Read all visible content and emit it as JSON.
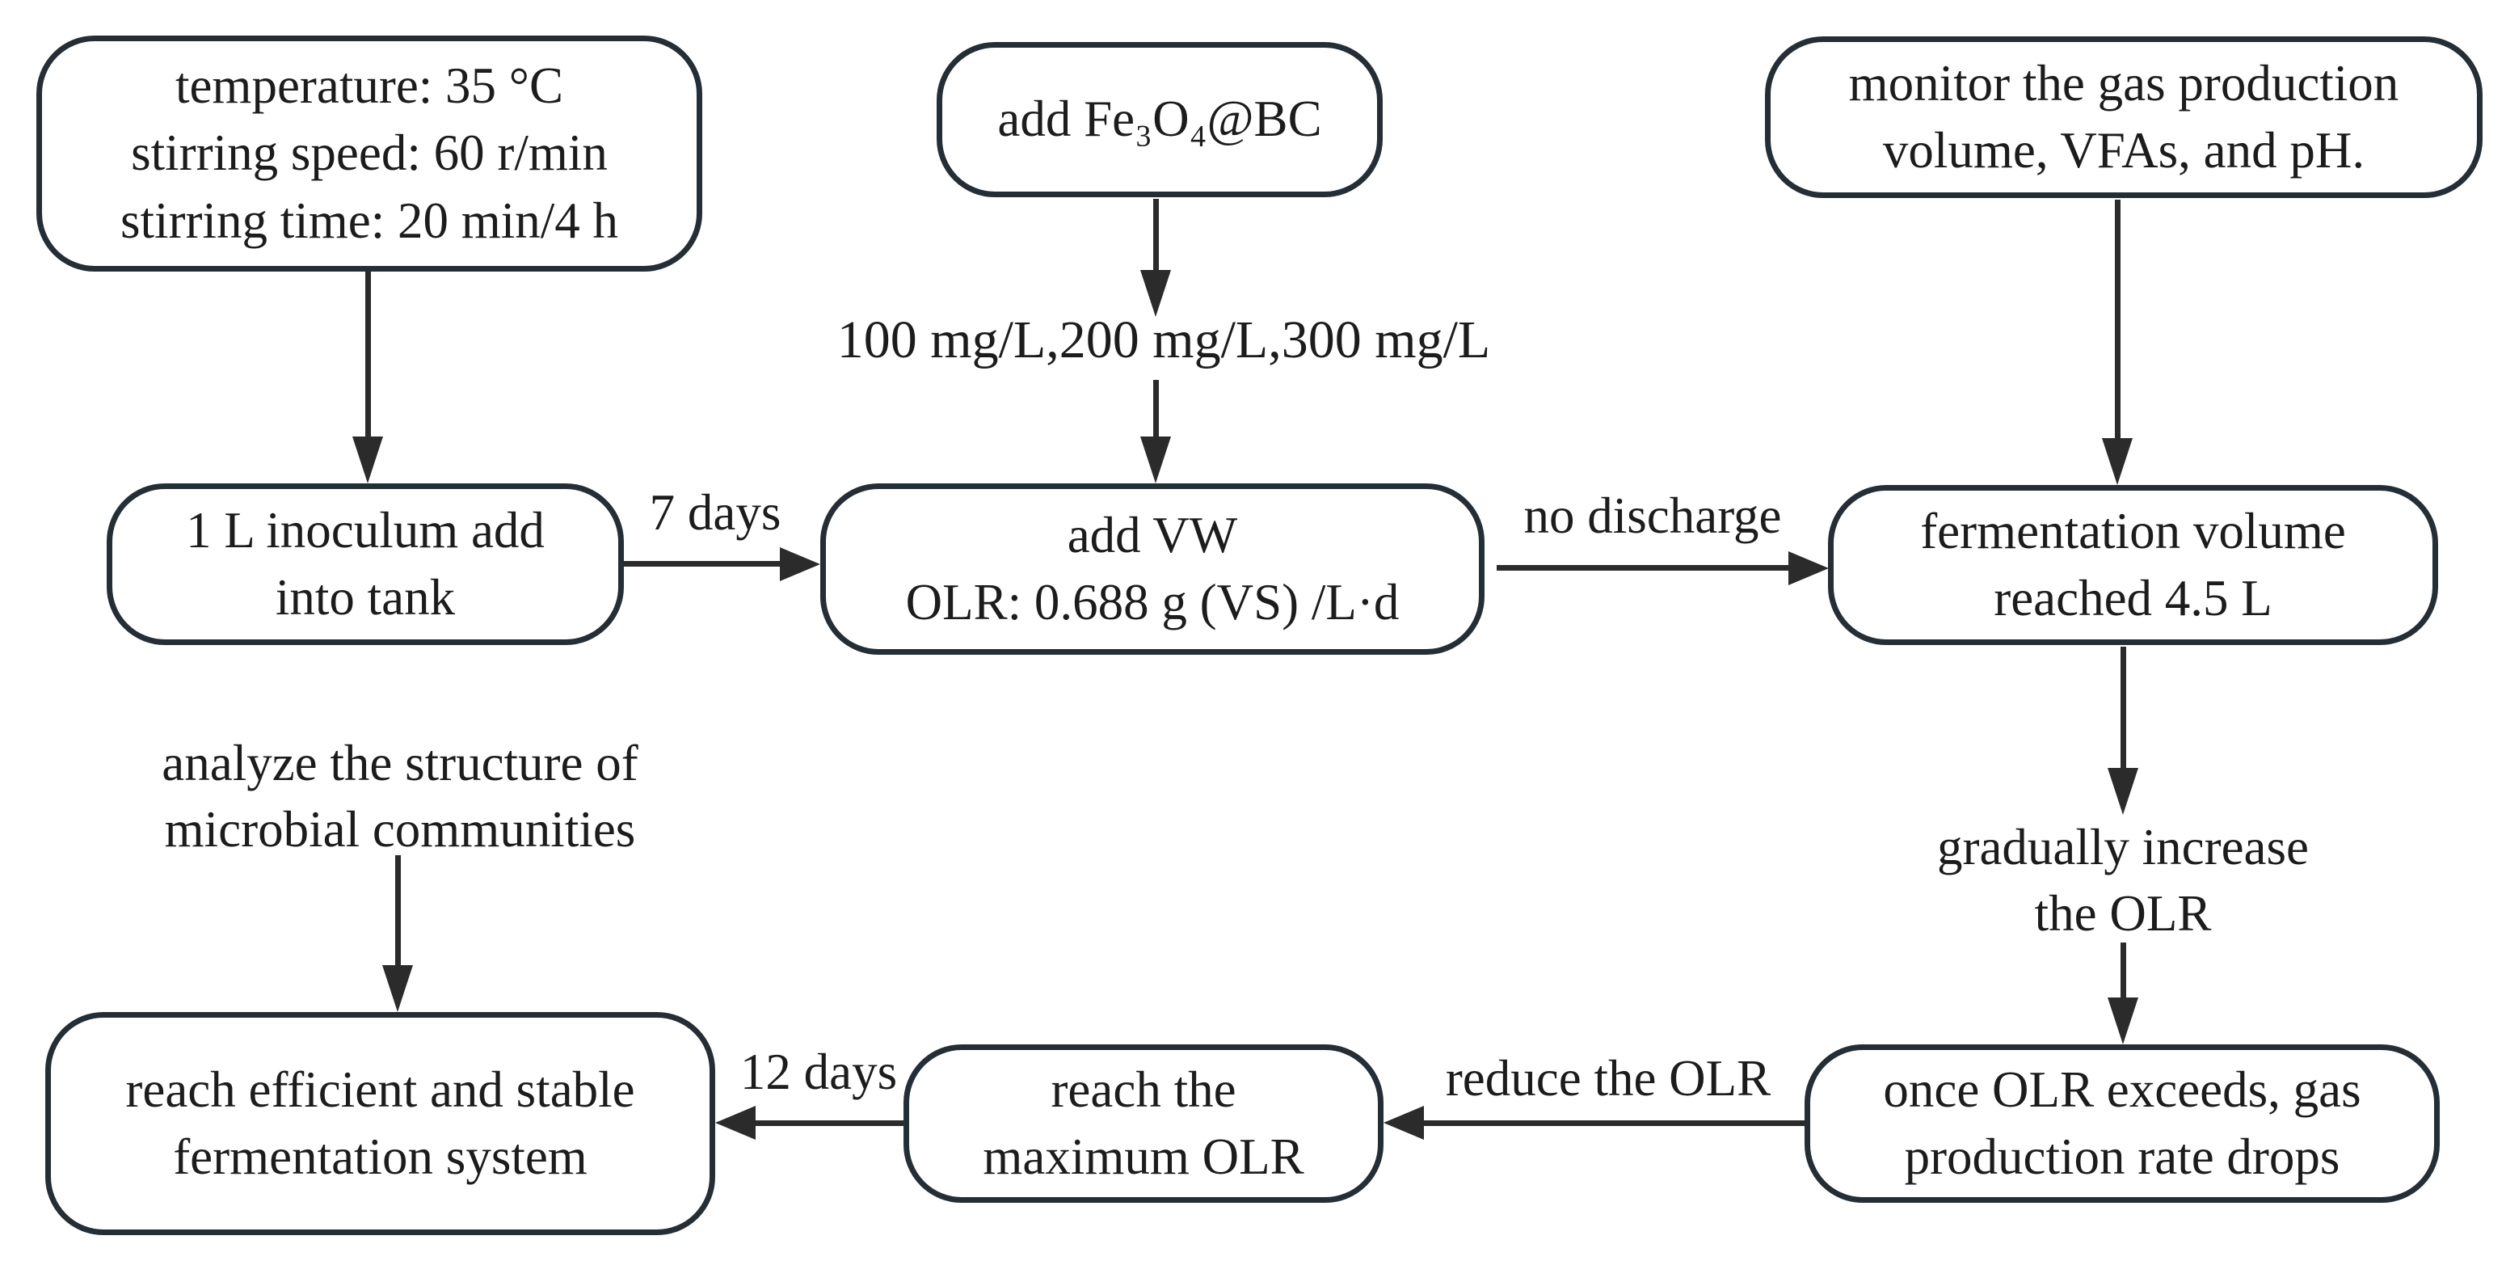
{
  "colors": {
    "background": "#ffffff",
    "box_border": "#242e36",
    "arrow": "#2b2b2b",
    "text": "#1c1c1c"
  },
  "nodes": {
    "params": {
      "lines": [
        "temperature: 35 °C",
        "stirring speed: 60 r/min",
        "stirring time: 20 min/4 h"
      ]
    },
    "add_fe3o4bc": {
      "lines": [
        "add Fe₃O₄@BC"
      ]
    },
    "monitor": {
      "lines": [
        "monitor the gas production",
        "volume, VFAs, and pH."
      ]
    },
    "inoculum": {
      "lines": [
        "1 L inoculum add",
        "into tank"
      ]
    },
    "add_vw": {
      "lines": [
        "add VW",
        "OLR: 0.688 g (VS) /L·d"
      ]
    },
    "fermentation_volume": {
      "lines": [
        "fermentation volume",
        "reached 4.5 L"
      ]
    },
    "stable_system": {
      "lines": [
        "reach efficient and stable",
        "fermentation system"
      ]
    },
    "max_olr": {
      "lines": [
        "reach the",
        "maximum OLR"
      ]
    },
    "olr_exceeds": {
      "lines": [
        "once OLR exceeds, gas",
        "production rate drops"
      ]
    }
  },
  "floating_texts": {
    "dosage": "100 mg/L,200 mg/L,300 mg/L",
    "gradually": {
      "lines": [
        "gradually increase",
        "the OLR"
      ]
    },
    "analyze": {
      "lines": [
        "analyze the structure of",
        "microbial communities"
      ]
    }
  },
  "edge_labels": {
    "seven_days": "7 days",
    "no_discharge": "no discharge",
    "reduce_olr": "reduce the OLR",
    "twelve_days": "12 days"
  }
}
